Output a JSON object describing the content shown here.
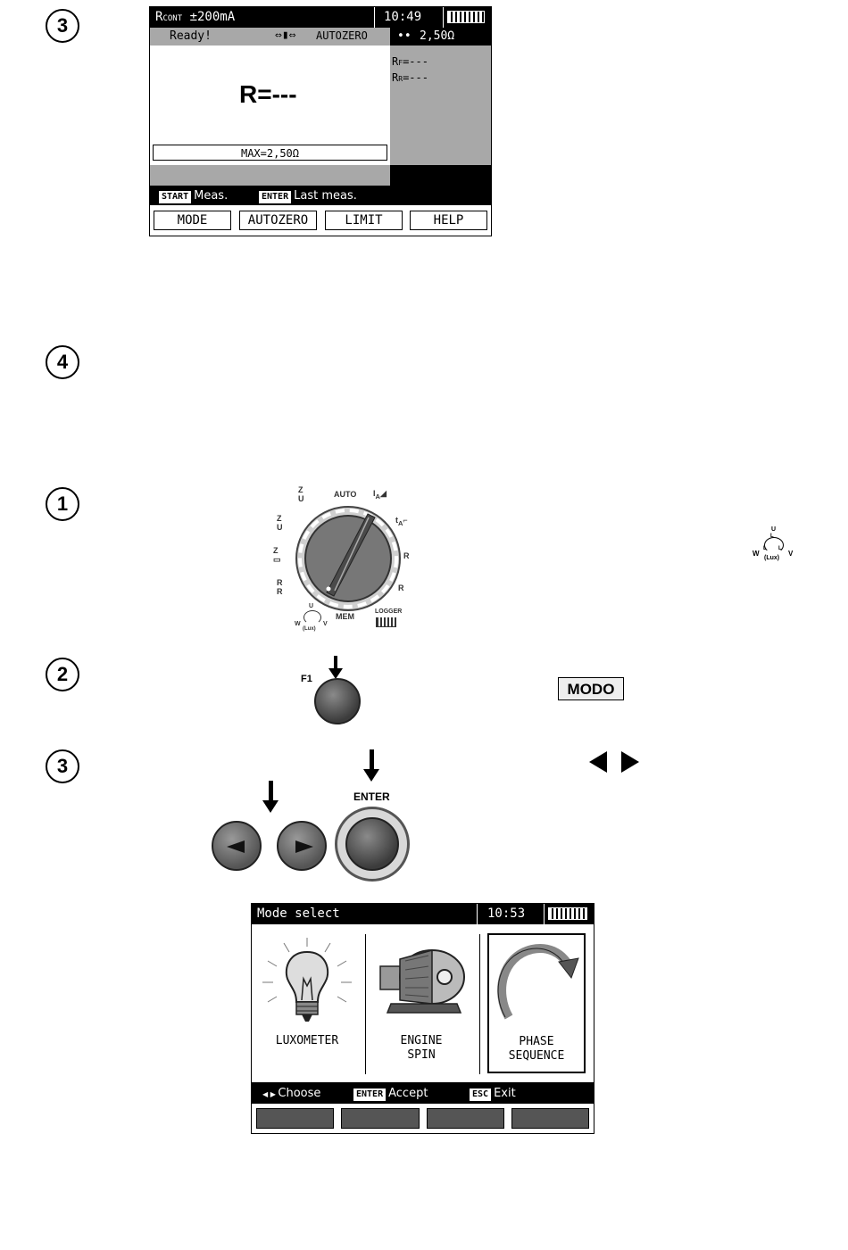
{
  "steps": [
    "3",
    "4",
    "1",
    "2",
    "3"
  ],
  "screen1": {
    "function": "R",
    "function_sub": "CONT",
    "current": "±200mA",
    "time": "10:49",
    "status": "Ready!",
    "autozero": "AUTOZERO",
    "limit_value": "2,50Ω",
    "result": "R=---",
    "rf": "R",
    "rf_sub": "F",
    "rf_val": "=---",
    "rr": "R",
    "rr_sub": "R",
    "rr_val": "=---",
    "max": "MAX=2,50Ω",
    "hint_start_key": "START",
    "hint_start": "Meas.",
    "hint_enter_key": "ENTER",
    "hint_enter": "Last meas.",
    "softkeys": [
      "MODE",
      "AUTOZERO",
      "LIMIT",
      "HELP"
    ]
  },
  "dial": {
    "labels": [
      "AUTO",
      "R",
      "R",
      "MEM",
      "LOGGER"
    ]
  },
  "f1_label": "F1",
  "modo_label": "MODO",
  "enter_label": "ENTER",
  "rot_labels": {
    "u": "U",
    "w": "W",
    "v": "V",
    "lux": "(Lux)",
    "l1": "L",
    "l2": "L",
    "l3": "L"
  },
  "screen2": {
    "title": "Mode select",
    "time": "10:53",
    "options": [
      {
        "line1": "LUXOMETER",
        "line2": ""
      },
      {
        "line1": "ENGINE",
        "line2": "SPIN"
      },
      {
        "line1": "PHASE",
        "line2": "SEQUENCE"
      }
    ],
    "hint_choose": "Choose",
    "hint_enter_key": "ENTER",
    "hint_accept": "Accept",
    "hint_esc_key": "ESC",
    "hint_exit": "Exit"
  },
  "colors": {
    "lcd_gray": "#a8a8a8",
    "button_dark": "#4a4a4a"
  }
}
